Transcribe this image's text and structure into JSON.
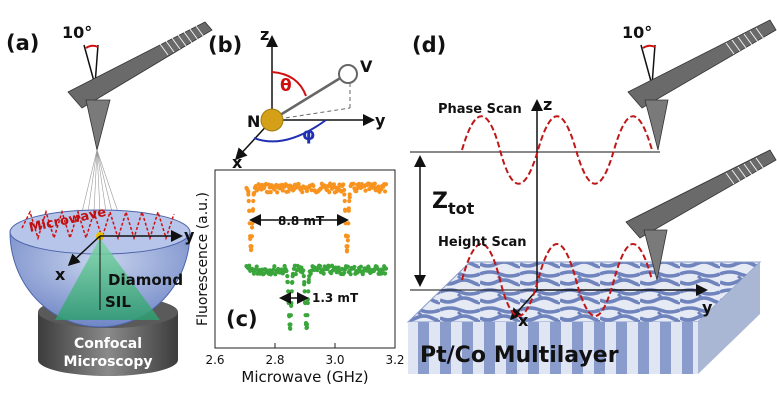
{
  "panel_a": {
    "label": "(a)",
    "angle": "10°",
    "microwave": "Microwave",
    "axis_x": "x",
    "axis_y": "y",
    "diamond": "Diamond",
    "sil": "SIL",
    "confocal_line1": "Confocal",
    "confocal_line2": "Microscopy"
  },
  "panel_b": {
    "label": "(b)",
    "axis_z": "z",
    "axis_y": "y",
    "axis_x": "x",
    "n_label": "N",
    "v_label": "V",
    "theta": "θ",
    "phi": "φ"
  },
  "panel_c": {
    "label": "(c)",
    "span_orange": "8.8 mT",
    "span_green": "1.3 mT",
    "colors": {
      "orange": "#f7931e",
      "green": "#3aa53a"
    },
    "chart_data": {
      "type": "scatter",
      "xlabel": "Microwave (GHz)",
      "ylabel": "Fluorescence (a.u.)",
      "xlim": [
        2.6,
        3.2
      ],
      "x_ticks": [
        "2.6",
        "2.8",
        "3.0",
        "3.2"
      ],
      "series": [
        {
          "dips_ghz": [
            2.72,
            3.04
          ]
        },
        {
          "dips_ghz": [
            2.85,
            2.905
          ]
        }
      ]
    }
  },
  "panel_d": {
    "label": "(d)",
    "angle": "10°",
    "phase_scan": "Phase Scan",
    "height_scan": "Height Scan",
    "axis_z": "z",
    "axis_y": "y",
    "axis_x": "x",
    "z_main": "Z",
    "z_sub": "tot",
    "sample": "Pt/Co Multilayer"
  }
}
